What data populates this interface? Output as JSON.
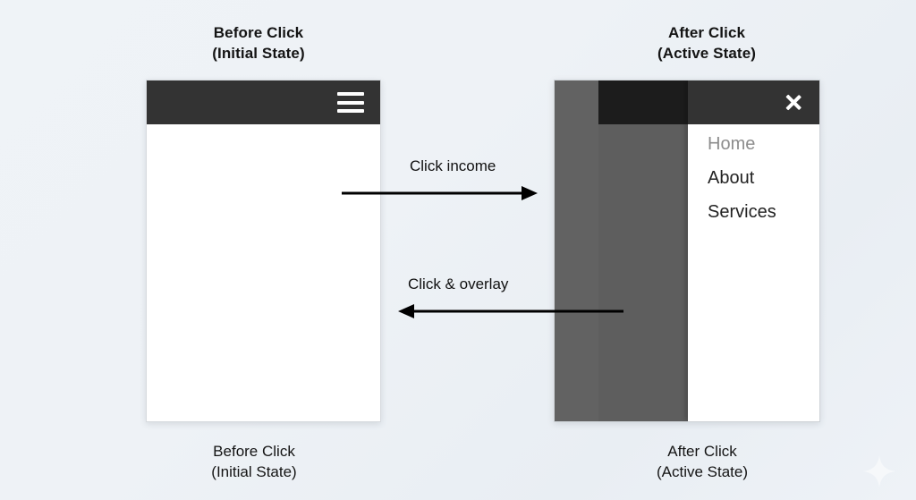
{
  "diagram": {
    "title_left_top": "Before Click\n(Initial State)",
    "title_right_top": "After Click\n(Active State)",
    "caption_left_bottom": "Before Click\n(Initial State)",
    "caption_right_bottom": "After Click\n(Active State)"
  },
  "before_panel": {
    "menu_icon_name": "hamburger-icon",
    "topbar_color": "#333333",
    "body_color": "#ffffff"
  },
  "after_panel": {
    "close_icon_name": "close-icon",
    "dim_strip_color": "#626262",
    "dim_overlay_color": "#5e5e5e",
    "overlay_header_color": "#1c1c1c",
    "drawer_header_color": "#333333",
    "drawer_color": "#ffffff",
    "menu_items": [
      {
        "label": "Home",
        "state": "muted"
      },
      {
        "label": "About",
        "state": "normal"
      },
      {
        "label": "Services",
        "state": "normal"
      }
    ]
  },
  "arrows": {
    "forward_label": "Click income",
    "back_label": "Click & overlay"
  },
  "watermark": {
    "icon_name": "sparkle-icon"
  },
  "colors": {
    "background": "#eef2f6",
    "dark_bar": "#333333",
    "near_black_bar": "#1c1c1c",
    "muted_text": "#8d8d8d",
    "text": "#1a1a1a"
  }
}
